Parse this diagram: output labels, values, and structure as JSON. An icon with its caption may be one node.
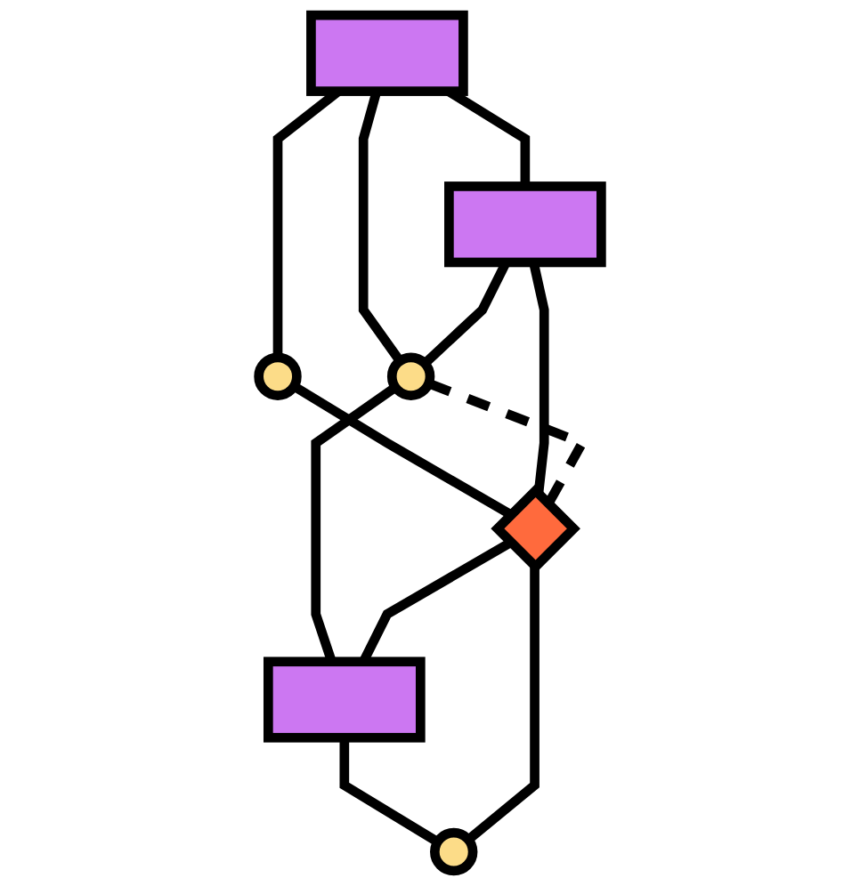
{
  "diagram": {
    "nodes": [
      {
        "text": [],
        "shape": "box"
      },
      {
        "text": [],
        "shape": "box"
      },
      {
        "text": [],
        "shape": "circle"
      },
      {
        "text": [],
        "shape": "circle"
      },
      {
        "text": [],
        "shape": "diamond"
      },
      {
        "text": [],
        "shape": "box"
      },
      {
        "text": [],
        "shape": "circle"
      }
    ],
    "edges": [
      {
        "from": 0,
        "to": 1,
        "arrow": "none"
      },
      {
        "from": 0,
        "to": 3,
        "arrow": "none"
      },
      {
        "from": 1,
        "to": 3,
        "arrow": "none"
      },
      {
        "from": 0,
        "to": 2,
        "arrow": "none"
      },
      {
        "from": 2,
        "to": 4,
        "arrow": "none"
      },
      {
        "from": 1,
        "to": 4,
        "arrow": "none"
      },
      {
        "from": 3,
        "to": 4,
        "arrow": "none",
        "style": "dashed"
      },
      {
        "from": 3,
        "to": 5,
        "arrow": "none"
      },
      {
        "from": 4,
        "to": 5,
        "arrow": "none"
      },
      {
        "from": 5,
        "to": 6,
        "arrow": "none"
      },
      {
        "from": 6,
        "to": 4,
        "arrow": "none"
      }
    ]
  }
}
